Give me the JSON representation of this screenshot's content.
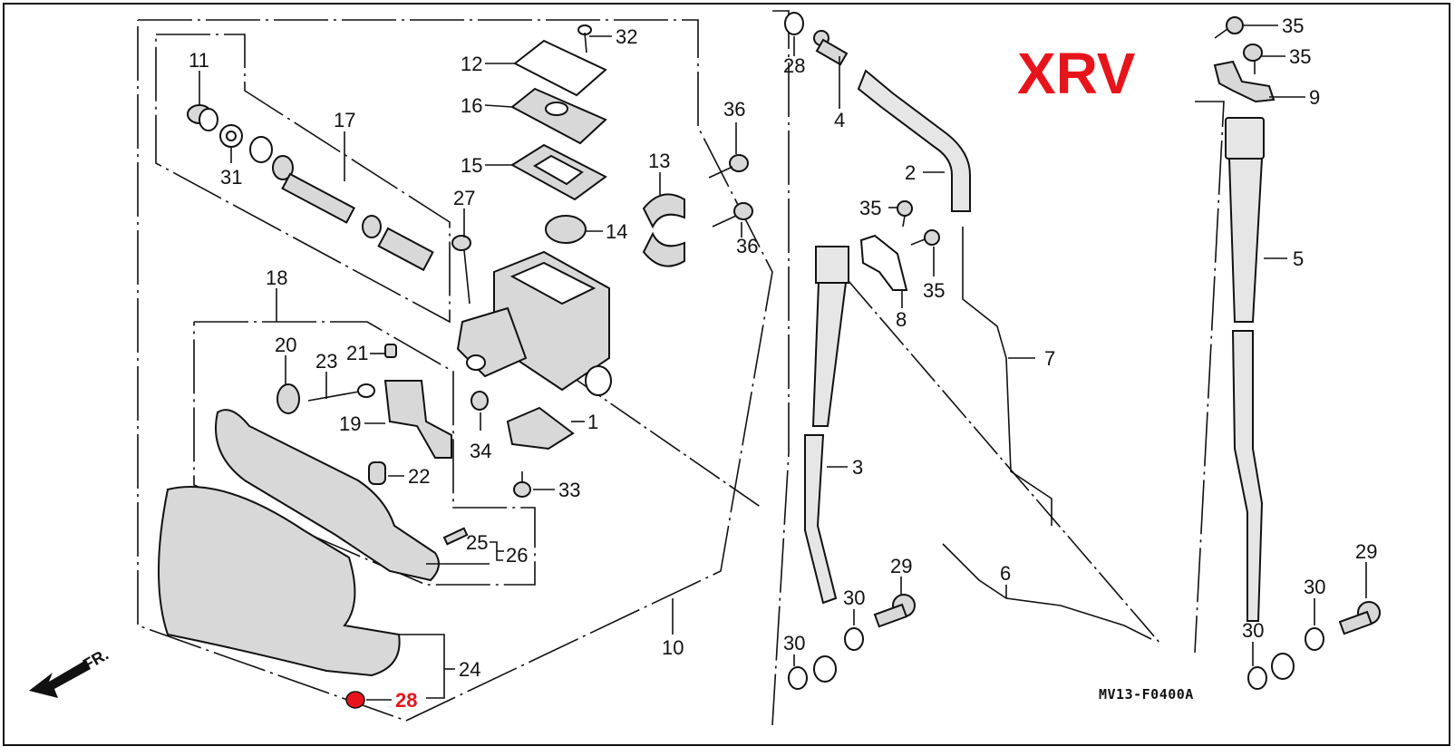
{
  "diagram": {
    "model_badge": "XRV",
    "drawing_code": "MV13-F0400A",
    "front_indicator": "FR.",
    "highlight_color": "#e8141b",
    "highlighted_part": "28",
    "callouts": [
      {
        "id": "c11",
        "text": "11"
      },
      {
        "id": "c31",
        "text": "31"
      },
      {
        "id": "c17",
        "text": "17"
      },
      {
        "id": "c12",
        "text": "12"
      },
      {
        "id": "c16",
        "text": "16"
      },
      {
        "id": "c15",
        "text": "15"
      },
      {
        "id": "c32",
        "text": "32"
      },
      {
        "id": "c14",
        "text": "14"
      },
      {
        "id": "c13",
        "text": "13"
      },
      {
        "id": "c27",
        "text": "27"
      },
      {
        "id": "c36a",
        "text": "36"
      },
      {
        "id": "c36b",
        "text": "36"
      },
      {
        "id": "c18",
        "text": "18"
      },
      {
        "id": "c20",
        "text": "20"
      },
      {
        "id": "c23",
        "text": "23"
      },
      {
        "id": "c21",
        "text": "21"
      },
      {
        "id": "c19",
        "text": "19"
      },
      {
        "id": "c22",
        "text": "22"
      },
      {
        "id": "c34",
        "text": "34"
      },
      {
        "id": "c1",
        "text": "1"
      },
      {
        "id": "c33",
        "text": "33"
      },
      {
        "id": "c25",
        "text": "25"
      },
      {
        "id": "c26",
        "text": "26"
      },
      {
        "id": "c24",
        "text": "24"
      },
      {
        "id": "c28b",
        "text": "28"
      },
      {
        "id": "c10",
        "text": "10"
      },
      {
        "id": "c28a",
        "text": "28"
      },
      {
        "id": "c4",
        "text": "4"
      },
      {
        "id": "c2",
        "text": "2"
      },
      {
        "id": "c35a",
        "text": "35"
      },
      {
        "id": "c35b",
        "text": "35"
      },
      {
        "id": "c8",
        "text": "8"
      },
      {
        "id": "c7",
        "text": "7"
      },
      {
        "id": "c3",
        "text": "3"
      },
      {
        "id": "c6",
        "text": "6"
      },
      {
        "id": "c29a",
        "text": "29"
      },
      {
        "id": "c30a",
        "text": "30"
      },
      {
        "id": "c30b",
        "text": "30"
      },
      {
        "id": "c35c",
        "text": "35"
      },
      {
        "id": "c35d",
        "text": "35"
      },
      {
        "id": "c9",
        "text": "9"
      },
      {
        "id": "c5",
        "text": "5"
      },
      {
        "id": "c29b",
        "text": "29"
      },
      {
        "id": "c30c",
        "text": "30"
      },
      {
        "id": "c30d",
        "text": "30"
      }
    ]
  }
}
